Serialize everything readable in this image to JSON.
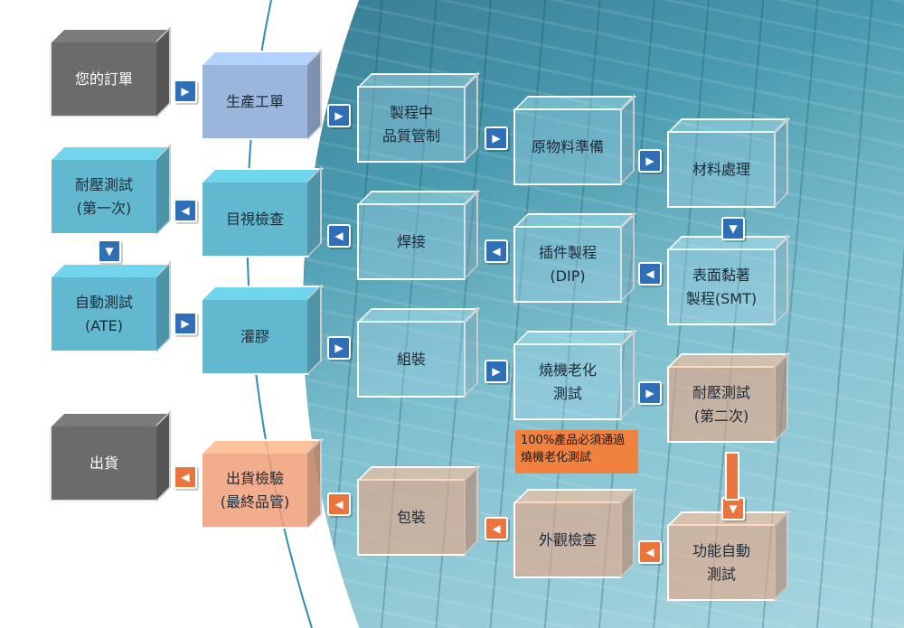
{
  "nodes": [
    {
      "id": "your-order",
      "lines": [
        "您的訂單"
      ],
      "style": "gray"
    },
    {
      "id": "production-order",
      "lines": [
        "生產工單"
      ],
      "style": "blue"
    },
    {
      "id": "in-process-qc",
      "lines": [
        "製程中",
        "品質管制"
      ],
      "style": "clear"
    },
    {
      "id": "material-prep",
      "lines": [
        "原物料準備"
      ],
      "style": "clear"
    },
    {
      "id": "material-processing",
      "lines": [
        "材料處理"
      ],
      "style": "clear"
    },
    {
      "id": "hipot-test-1",
      "lines": [
        "耐壓測試",
        "(第一次)"
      ],
      "style": "teal"
    },
    {
      "id": "visual-inspection",
      "lines": [
        "目視檢查"
      ],
      "style": "teal"
    },
    {
      "id": "soldering",
      "lines": [
        "焊接"
      ],
      "style": "clear"
    },
    {
      "id": "dip-process",
      "lines": [
        "插件製程",
        "(DIP)"
      ],
      "style": "clear"
    },
    {
      "id": "smt-process",
      "lines": [
        "表面黏著",
        "製程(SMT)"
      ],
      "style": "clear"
    },
    {
      "id": "ate-test",
      "lines": [
        "自動測試",
        "(ATE)"
      ],
      "style": "teal"
    },
    {
      "id": "potting",
      "lines": [
        "灌膠"
      ],
      "style": "teal"
    },
    {
      "id": "assembly",
      "lines": [
        "組裝"
      ],
      "style": "clear"
    },
    {
      "id": "burn-in-test",
      "lines": [
        "燒機老化",
        "測試"
      ],
      "style": "clear"
    },
    {
      "id": "hipot-test-2",
      "lines": [
        "耐壓測試",
        "(第二次)"
      ],
      "style": "orangeT"
    },
    {
      "id": "shipping",
      "lines": [
        "出貨"
      ],
      "style": "gray"
    },
    {
      "id": "outgoing-inspection",
      "lines": [
        "出貨檢驗",
        "(最終品管)"
      ],
      "style": "orange"
    },
    {
      "id": "packaging",
      "lines": [
        "包裝"
      ],
      "style": "orangeT"
    },
    {
      "id": "appearance-inspection",
      "lines": [
        "外觀檢查"
      ],
      "style": "orangeT"
    },
    {
      "id": "functional-auto-test",
      "lines": [
        "功能自動",
        "測試"
      ],
      "style": "orangeT"
    }
  ],
  "note": {
    "line1": "100%產品必須通過",
    "line2": "燒機老化測試"
  },
  "colors": {
    "blue_arrow": "#2f6fb8",
    "orange_arrow": "#e9743d",
    "gray": "#6b6b6b"
  }
}
